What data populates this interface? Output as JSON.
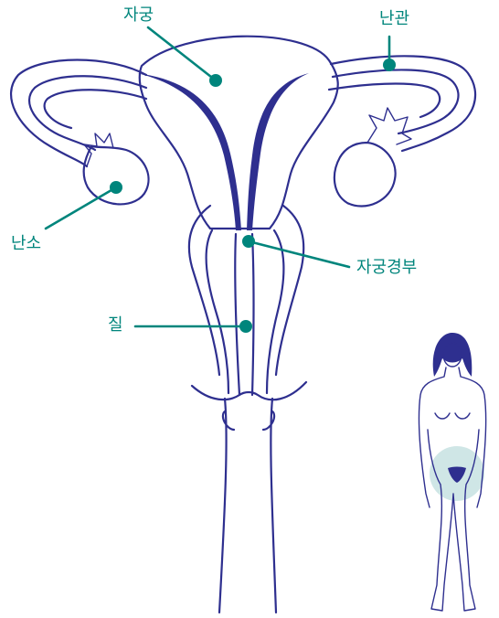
{
  "labels": {
    "uterus": "자궁",
    "fallopian_tube": "난관",
    "ovary": "난소",
    "cervix": "자궁경부",
    "vagina": "질"
  },
  "colors": {
    "outline": "#2e2f8f",
    "label": "#00857c",
    "highlight": "#cfe6e6"
  }
}
